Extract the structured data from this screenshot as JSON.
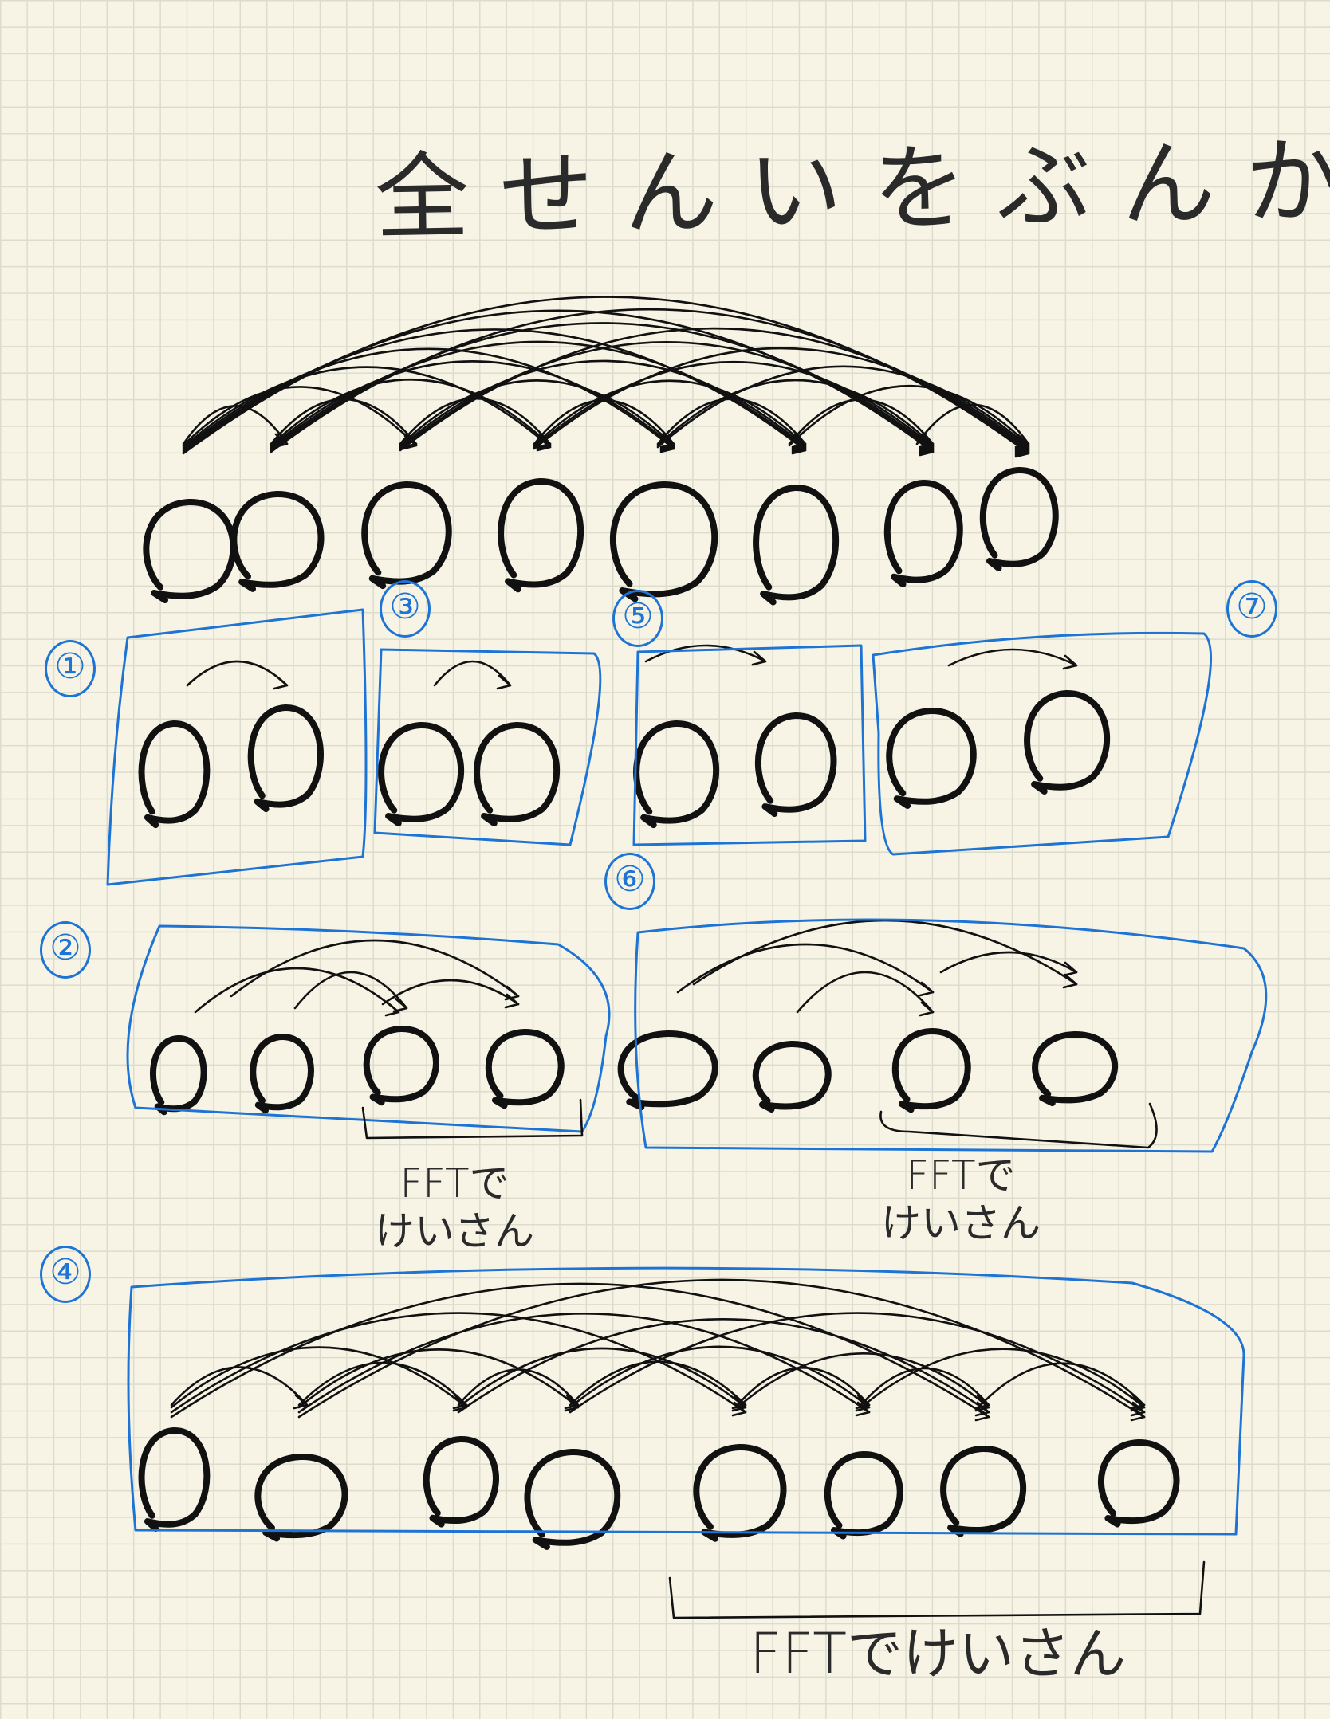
{
  "title": "全せんいをぶんかい",
  "step_labels": [
    "①",
    "②",
    "③",
    "④",
    "⑤",
    "⑥",
    "⑦"
  ],
  "notes": {
    "fft_left_line1": "FFTで",
    "fft_left_line2": "けいさん",
    "fft_right_line1": "FFTで",
    "fft_right_line2": "けいさん",
    "fft_bottom": "FFTでけいさん"
  },
  "colors": {
    "ink": "#111111",
    "annotation": "#1e74d4",
    "paper": "#f7f4e6",
    "grid": "#dcdccc"
  }
}
